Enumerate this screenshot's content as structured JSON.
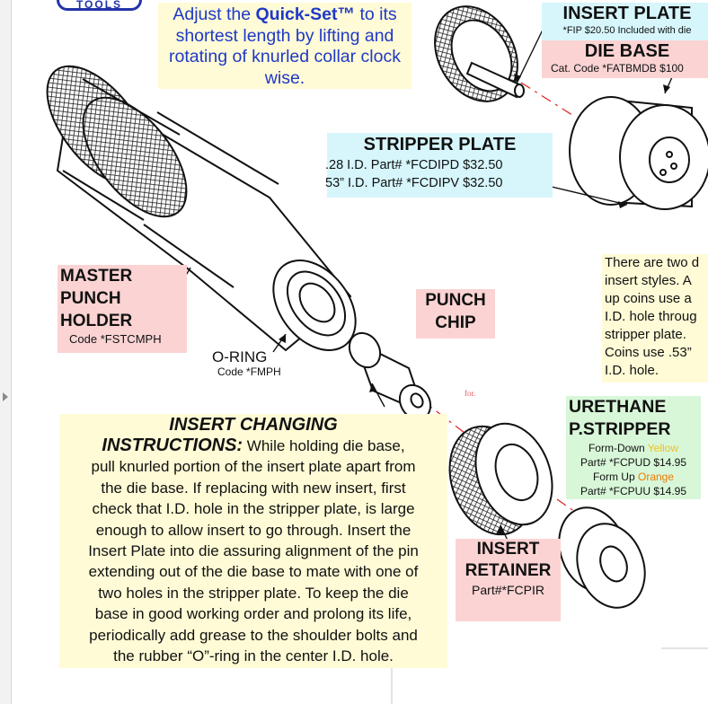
{
  "logo": {
    "text": "TOOLS"
  },
  "intro": {
    "lead": "Adjust the ",
    "brand": "Quick-Set™",
    "rest": " to its shortest length by lifting and rotating of knurled collar clock wise."
  },
  "labels": {
    "insert_plate": {
      "title": "INSERT PLATE",
      "sub": "*FIP $20.50 Included with die"
    },
    "die_base": {
      "title": "DIE BASE",
      "sub": "Cat. Code  *FATBMDB  $100"
    },
    "stripper_plate": {
      "title": "STRIPPER PLATE",
      "line1": ".28 I.D.  Part# *FCDIPD $32.50",
      "line2": "53” I.D.  Part# *FCDIPV $32.50"
    },
    "master_punch_holder": {
      "line1": "MASTER",
      "line2": "PUNCH",
      "line3": "HOLDER",
      "code": "Code *FSTCMPH"
    },
    "o_ring": {
      "title": "O-RING",
      "code": "Code *FMPH"
    },
    "punch_chip": {
      "line1": "PUNCH",
      "line2": "CHIP"
    },
    "insert_retainer": {
      "line1": "INSERT",
      "line2": "RETAINER",
      "part": "Part#*FCPIR"
    },
    "urethane": {
      "line1": "URETHANE",
      "line2": "P.STRIPPER",
      "fd_label": "Form-Down ",
      "fd_color": "Yellow",
      "fd_part": "Part#  *FCPUD  $14.95",
      "fu_label": "Form Up ",
      "fu_color": "Orange",
      "fu_part": "Part# *FCPUU $14.95"
    }
  },
  "note_right": {
    "lines": [
      "There are two d",
      "insert styles.  A",
      "up coins use a",
      "I.D. hole throug",
      "stripper plate.",
      "Coins use .53”",
      "I.D. hole."
    ]
  },
  "instructions": {
    "heading1": "INSERT CHANGING",
    "heading2": "INSTRUCTIONS:",
    "line1": " While holding die base,",
    "lines": [
      "pull knurled portion of the insert plate apart from",
      "the die base.  If replacing with new insert, first",
      "check that I.D. hole in the stripper plate, is large",
      "enough to allow insert to go through.  Insert the",
      "Insert Plate into die assuring alignment of the pin",
      "extending out of the die base to mate with one of",
      "two holes in the stripper plate. To keep the die",
      "base in good working order and prolong its life,",
      "periodically add grease to the shoulder bolts and",
      "the rubber “O”-ring in the center I.D. hole."
    ]
  },
  "stray_mark": "for.",
  "colors": {
    "intro_blue": "#1f38c8",
    "yellow_box": "#fffbd6",
    "pink_box": "#fbd3d3",
    "cyan_box": "#d6f6fb",
    "green_box": "#d8f7d8",
    "axis_red": "#e02020"
  }
}
